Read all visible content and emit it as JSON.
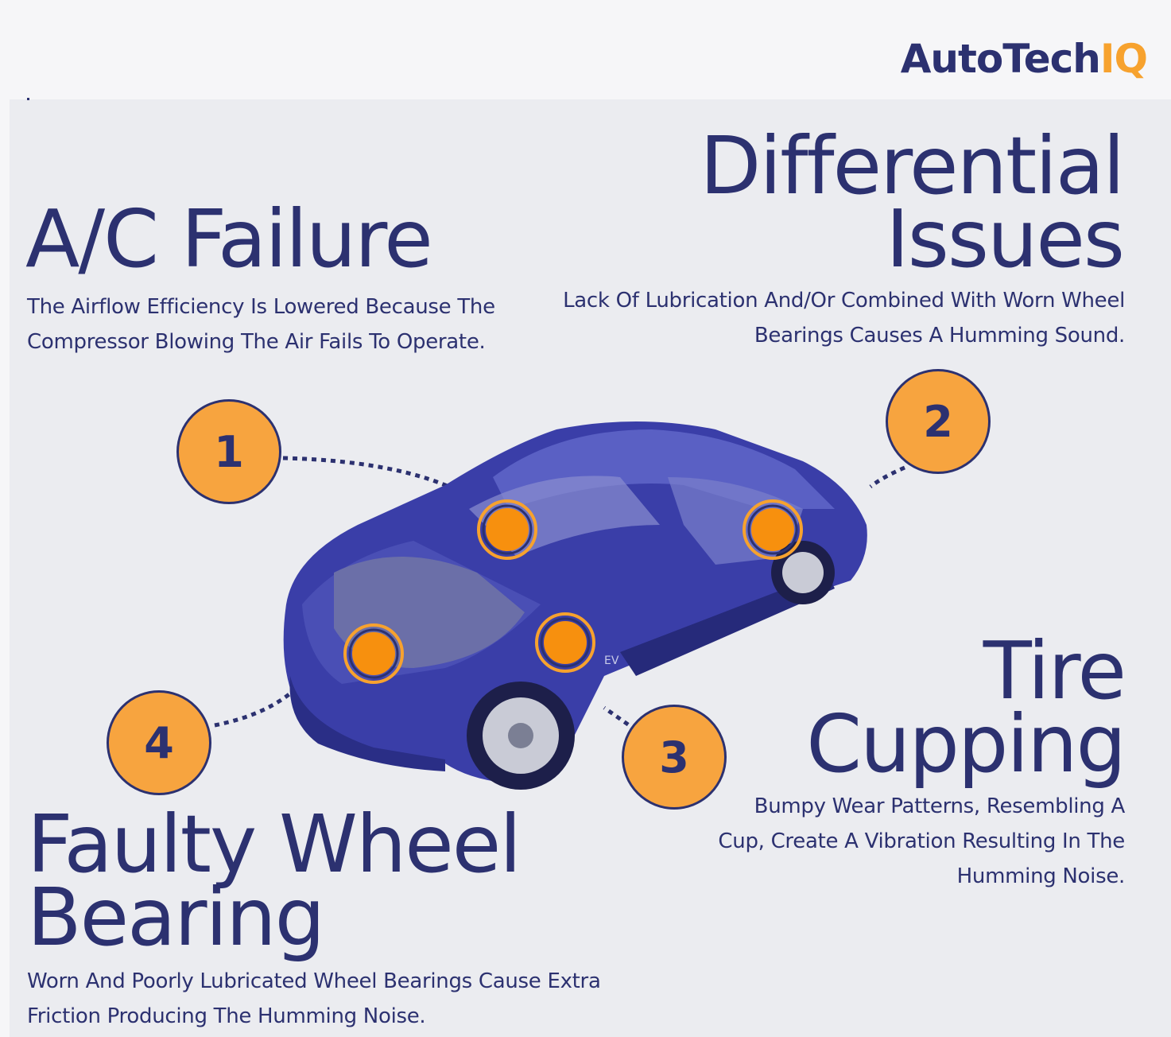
{
  "brand": {
    "logo_text_main": "AutoTech",
    "logo_text_accent": "IQ",
    "colors": {
      "navy": "#2c3170",
      "orange": "#f7a22e"
    }
  },
  "sections": {
    "ac": {
      "number": "1",
      "title": "A/C Failure",
      "description": "The Airflow Efficiency Is Lowered Because The Compressor Blowing The Air Fails To Operate."
    },
    "differential": {
      "number": "2",
      "title_line1": "Differential",
      "title_line2": "Issues",
      "description": "Lack Of Lubrication And/Or Combined With Worn Wheel Bearings Causes A Humming Sound."
    },
    "tire": {
      "number": "3",
      "title_line1": "Tire",
      "title_line2": "Cupping",
      "description": "Bumpy Wear Patterns, Resembling A Cup, Create A Vibration Resulting In The Humming Noise."
    },
    "wheel": {
      "number": "4",
      "title_line1": "Faulty Wheel",
      "title_line2": "Bearing",
      "description": "Worn And Poorly Lubricated Wheel Bearings Cause Extra Friction Producing The Humming Noise."
    }
  },
  "illustration": {
    "car_badge_text": "EV"
  }
}
